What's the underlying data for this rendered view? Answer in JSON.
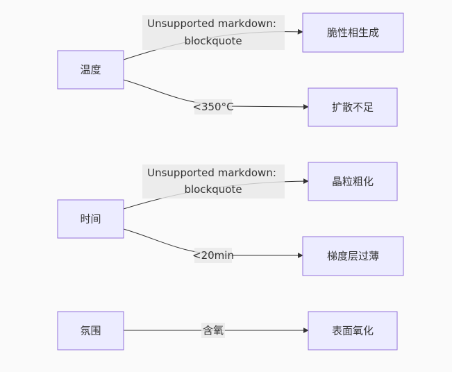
{
  "nodes": {
    "temperature": "温度",
    "brittle_phase": "脆性相生成",
    "diffusion_insufficient": "扩散不足",
    "time": "时间",
    "grain_coarsening": "晶粒粗化",
    "gradient_layer_thin": "梯度层过薄",
    "atmosphere": "氛围",
    "surface_oxidation": "表面氧化"
  },
  "edges": {
    "temp_to_brittle": [
      "Unsupported markdown:",
      "blockquote"
    ],
    "temp_to_diffusion": "<350°C",
    "time_to_grain": [
      "Unsupported markdown:",
      "blockquote"
    ],
    "time_to_gradient": "<20min",
    "atmosphere_to_oxidation": "含氧"
  },
  "colors": {
    "node_fill": "#ECECFF",
    "node_stroke": "#9370DB",
    "edge": "#333333",
    "label_bg": "#e8e8e8",
    "background": "#fafafa"
  }
}
